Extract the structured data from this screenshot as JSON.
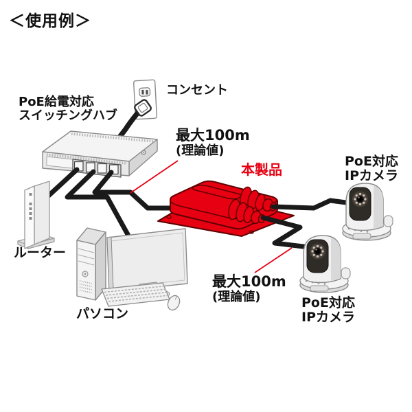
{
  "title": "＜使用例＞",
  "colors": {
    "accent_red": "#e60012",
    "cable_black": "#1a1a1a",
    "device_gray": "#ededed",
    "outline_gray": "#8a8a8a"
  },
  "labels": {
    "hub_line1": "PoE給電対応",
    "hub_line2": "スイッチングハブ",
    "outlet": "コンセント",
    "max_top_line1": "最大100m",
    "max_top_line2": "(理論値)",
    "product": "本製品",
    "camera_top_line1": "PoE対応",
    "camera_top_line2": "IPカメラ",
    "max_bottom_line1": "最大100m",
    "max_bottom_line2": "(理論値)",
    "camera_bottom_line1": "PoE対応",
    "camera_bottom_line2": "IPカメラ",
    "router": "ルーター",
    "pc": "パソコン"
  },
  "connections": [
    {
      "from": "outlet",
      "to": "switching-hub",
      "cable": "power"
    },
    {
      "from": "switching-hub",
      "to": "router",
      "cable": "lan"
    },
    {
      "from": "switching-hub",
      "to": "pc",
      "cable": "lan"
    },
    {
      "from": "switching-hub",
      "to": "product",
      "cable": "lan",
      "annotation": "最大100m(理論値)"
    },
    {
      "from": "product",
      "to": "ip-camera-top",
      "cable": "lan"
    },
    {
      "from": "product",
      "to": "ip-camera-bottom",
      "cable": "lan",
      "annotation": "最大100m(理論値)"
    }
  ]
}
